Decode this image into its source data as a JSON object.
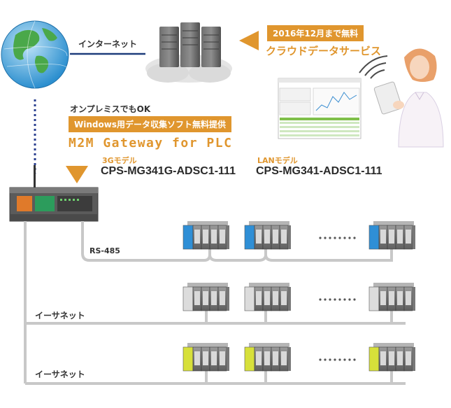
{
  "internet_label": "インターネット",
  "cloud_badge": "2016年12月まで無料",
  "cloud_service": "クラウドデータサービス",
  "onpremise_label": "オンプレミスでもOK",
  "windows_badge": "Windows用データ収集ソフト無料提供",
  "gateway_title": "M2M Gateway for PLC",
  "model_3g_type": "3Gモデル",
  "model_3g_name": "CPS-MG341G-ADSC1-111",
  "model_lan_type": "LANモデル",
  "model_lan_name": "CPS-MG341-ADSC1-111",
  "rs485_label": "RS-485",
  "ethernet1_label": "イーサネット",
  "ethernet2_label": "イーサネット",
  "colors": {
    "orange": "#e0962e",
    "plc_row1": "#2f8fd6",
    "plc_row2": "#dcdcdc",
    "plc_row3": "#d7e03a",
    "line_gray": "#c8c8c8",
    "dotted_blue": "#2a3f8f"
  }
}
